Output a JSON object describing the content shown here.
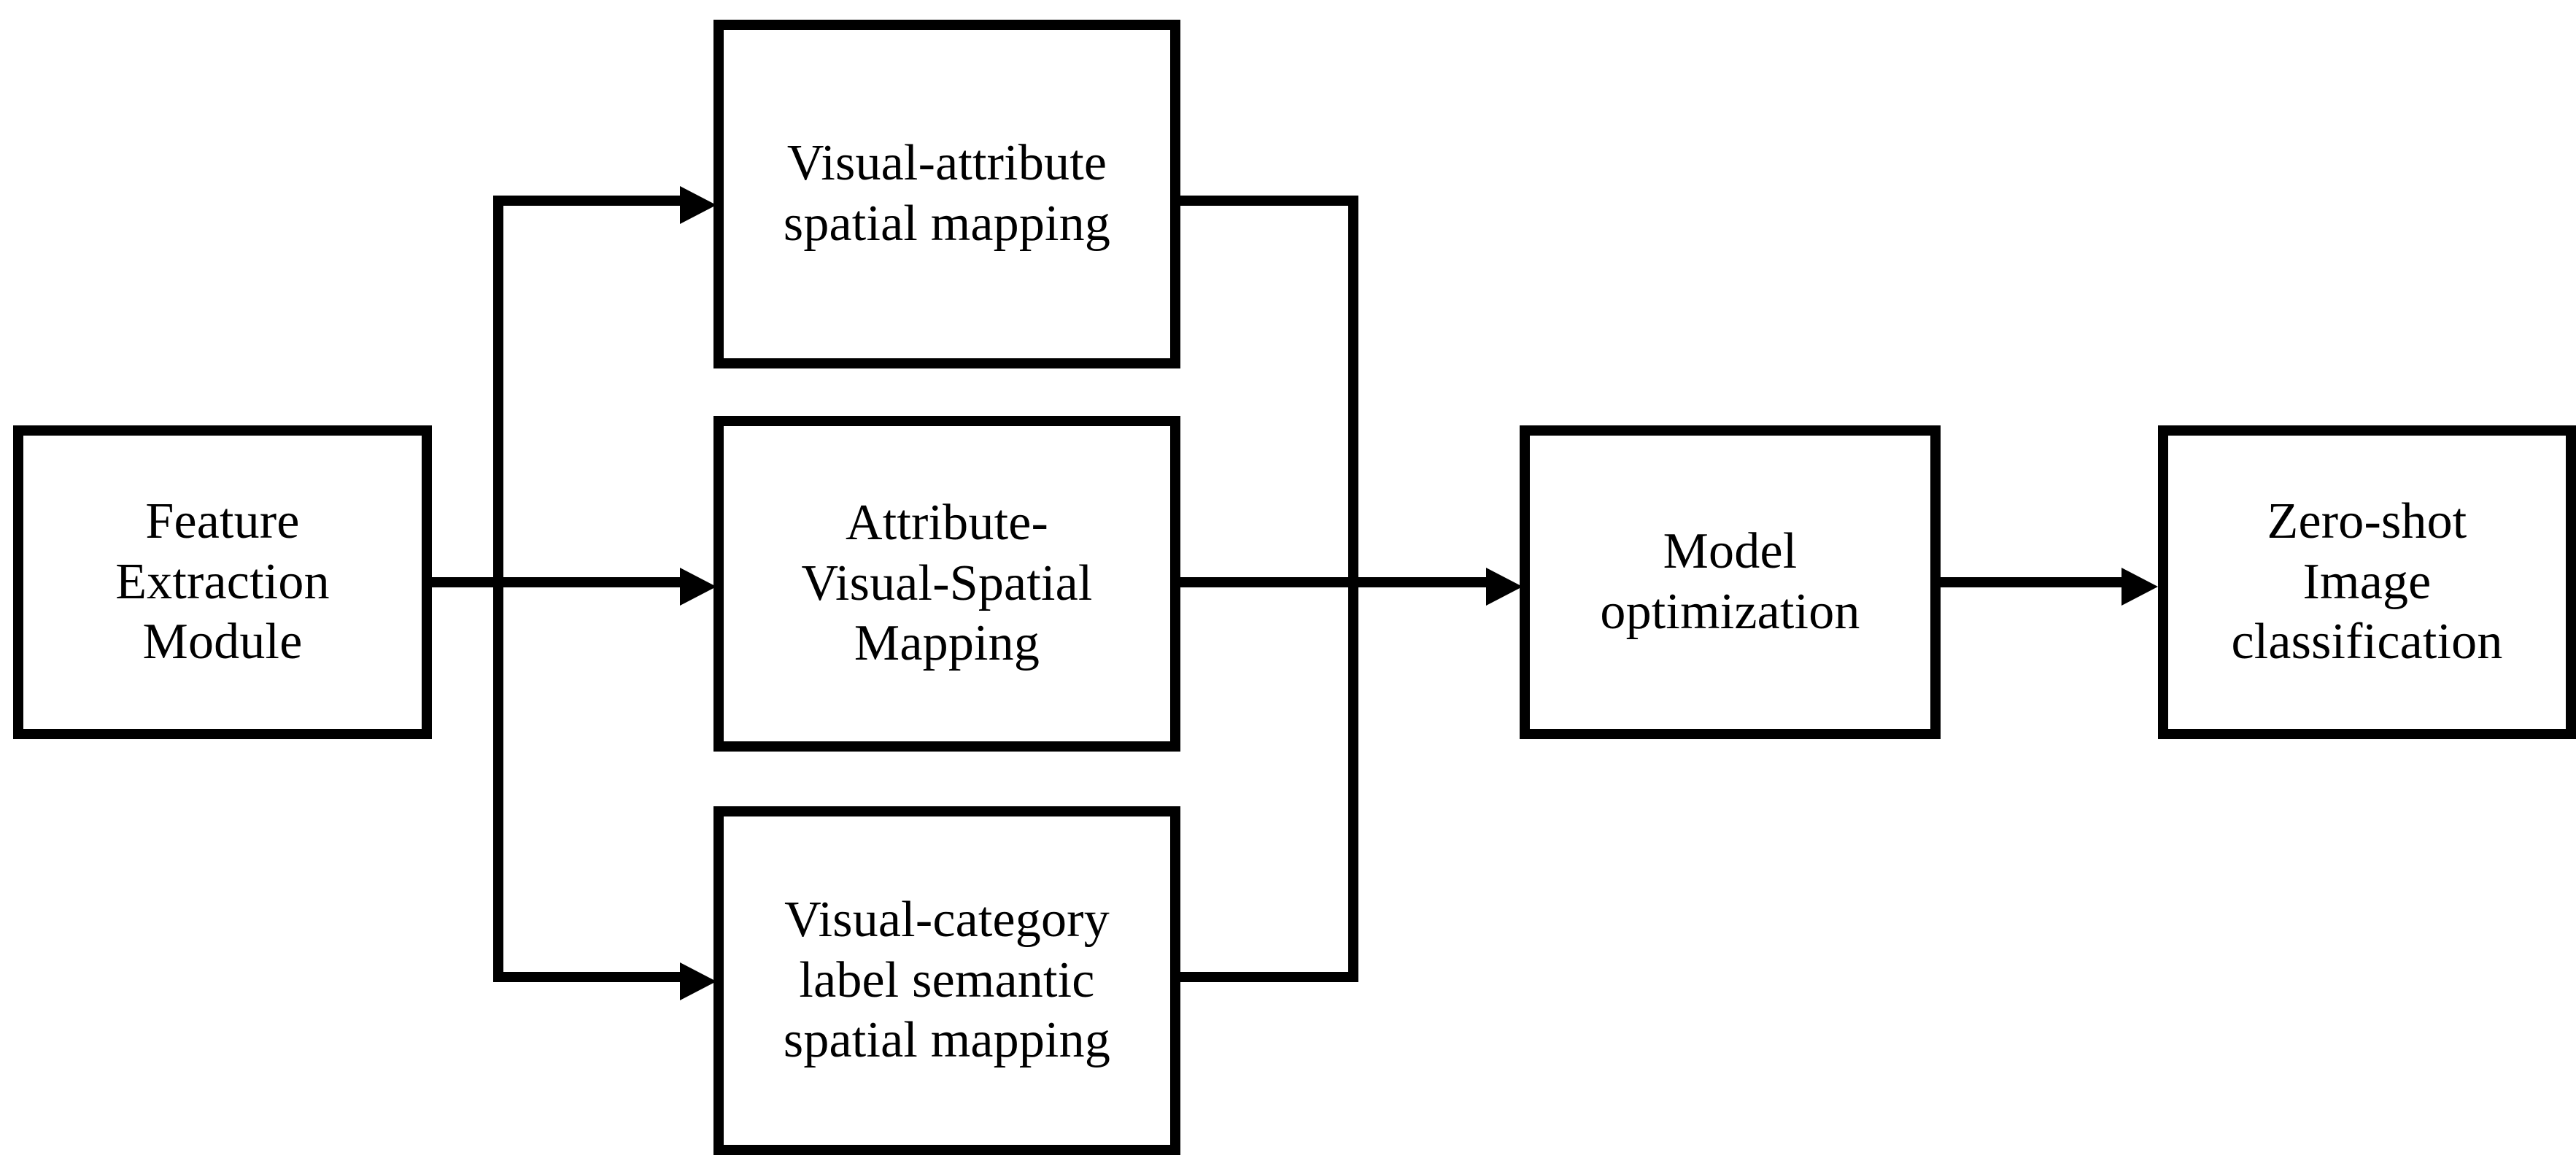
{
  "diagram": {
    "title": "Zero-shot image classification framework flow diagram",
    "background_color": "#ffffff",
    "line_color": "#000000",
    "nodes": {
      "feature_extraction": "Feature\nExtraction\nModule",
      "visual_attribute_mapping": "Visual-attribute\nspatial mapping",
      "attribute_visual_spatial_mapping": "Attribute-\nVisual-Spatial\nMapping",
      "visual_category_mapping": "Visual-category\nlabel semantic\nspatial mapping",
      "model_optimization": "Model\noptimization",
      "zero_shot_classification": "Zero-shot\nImage\nclassification"
    },
    "edges": [
      {
        "from": "feature_extraction",
        "to": "visual_attribute_mapping",
        "arrow": "right"
      },
      {
        "from": "feature_extraction",
        "to": "attribute_visual_spatial_mapping",
        "arrow": "right"
      },
      {
        "from": "feature_extraction",
        "to": "visual_category_mapping",
        "arrow": "right"
      },
      {
        "from": "visual_attribute_mapping",
        "to": "model_optimization",
        "arrow": "right"
      },
      {
        "from": "attribute_visual_spatial_mapping",
        "to": "model_optimization",
        "arrow": "right"
      },
      {
        "from": "visual_category_mapping",
        "to": "model_optimization",
        "arrow": "right"
      },
      {
        "from": "model_optimization",
        "to": "zero_shot_classification",
        "arrow": "right"
      }
    ]
  }
}
